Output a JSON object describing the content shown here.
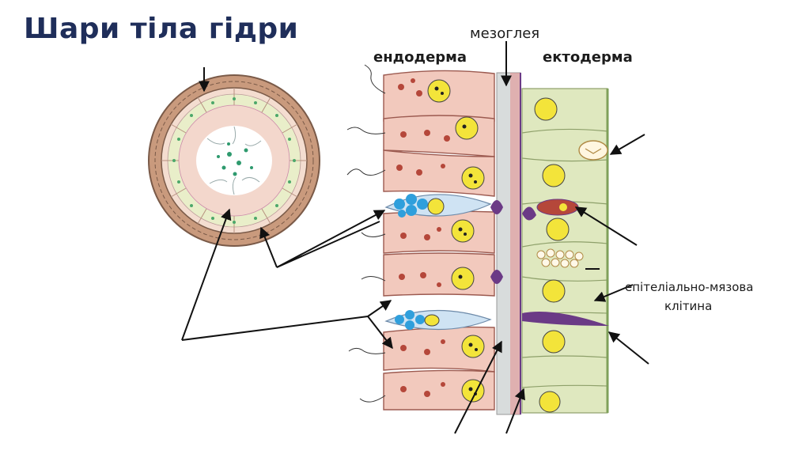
{
  "title": "Шари тіла гідри",
  "labels": {
    "mesoglea": "мезоглея",
    "endoderm": "ендодерма",
    "ectoderm": "ектодерма",
    "epithelial_muscle_line1": "епітеліально-мязова",
    "epithelial_muscle_line2": "клітина"
  },
  "colors": {
    "title": "#1f2e5a",
    "endoderm_cell": "#f2c9bd",
    "ectoderm_cell": "#dfe8bf",
    "nucleus": "#f3e43a",
    "granule": "#b5473a",
    "mesoglea": "#d8dcdc",
    "muscle_process": "#6b3a86",
    "gland_cell": "#2f9fdc",
    "outer_ring": "#c99a7d"
  },
  "icons": [
    "arrow-icon"
  ]
}
